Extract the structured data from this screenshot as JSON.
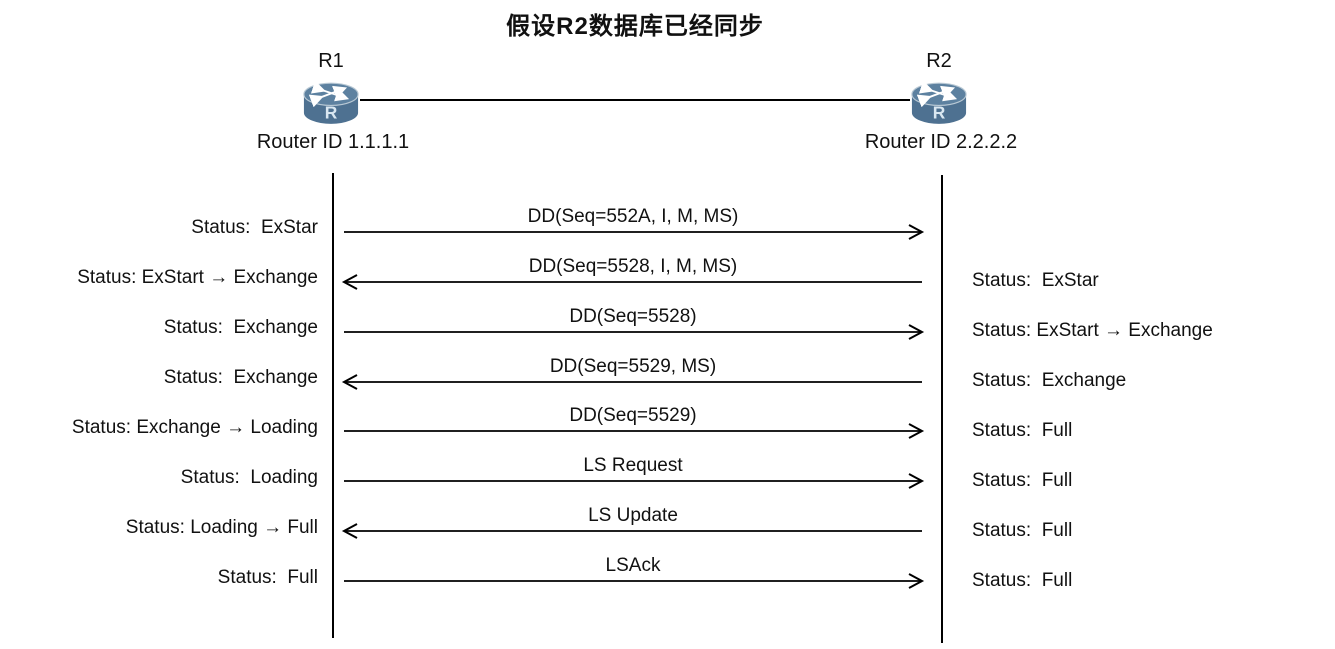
{
  "title": "假设R2数据库已经同步",
  "routers": {
    "left": {
      "name": "R1",
      "router_id": "Router ID 1.1.1.1"
    },
    "right": {
      "name": "R2",
      "router_id": "Router ID 2.2.2.2"
    }
  },
  "icon_colors": {
    "body": "#4e7191",
    "top": "#5d81a0",
    "rim": "#b8c8d4",
    "glyph": "#d9e7f1",
    "letter": "R"
  },
  "line_color": "#000000",
  "sequence": {
    "arrows": [
      {
        "label": "DD(Seq=552A, I, M, MS)",
        "direction": "right"
      },
      {
        "label": "DD(Seq=5528, I, M, MS)",
        "direction": "left"
      },
      {
        "label": "DD(Seq=5528)",
        "direction": "right"
      },
      {
        "label": "DD(Seq=5529, MS)",
        "direction": "left"
      },
      {
        "label": "DD(Seq=5529)",
        "direction": "right"
      },
      {
        "label": "LS Request",
        "direction": "right"
      },
      {
        "label": "LS Update",
        "direction": "left"
      },
      {
        "label": "LSAck",
        "direction": "right"
      }
    ],
    "left_statuses": [
      {
        "text": "Status:  ExStar"
      },
      {
        "text": "Status: ExStart → Exchange"
      },
      {
        "text": "Status:  Exchange"
      },
      {
        "text": "Status:  Exchange"
      },
      {
        "text": "Status: Exchange → Loading"
      },
      {
        "text": "Status:  Loading"
      },
      {
        "text": "Status: Loading → Full"
      },
      {
        "text": "Status:  Full"
      }
    ],
    "right_statuses": [
      {
        "text": "Status:  ExStar"
      },
      {
        "text": "Status: ExStart → Exchange"
      },
      {
        "text": "Status:  Exchange"
      },
      {
        "text": "Status:  Full"
      },
      {
        "text": "Status:  Full"
      },
      {
        "text": "Status:  Full"
      },
      {
        "text": "Status:  Full"
      }
    ]
  }
}
